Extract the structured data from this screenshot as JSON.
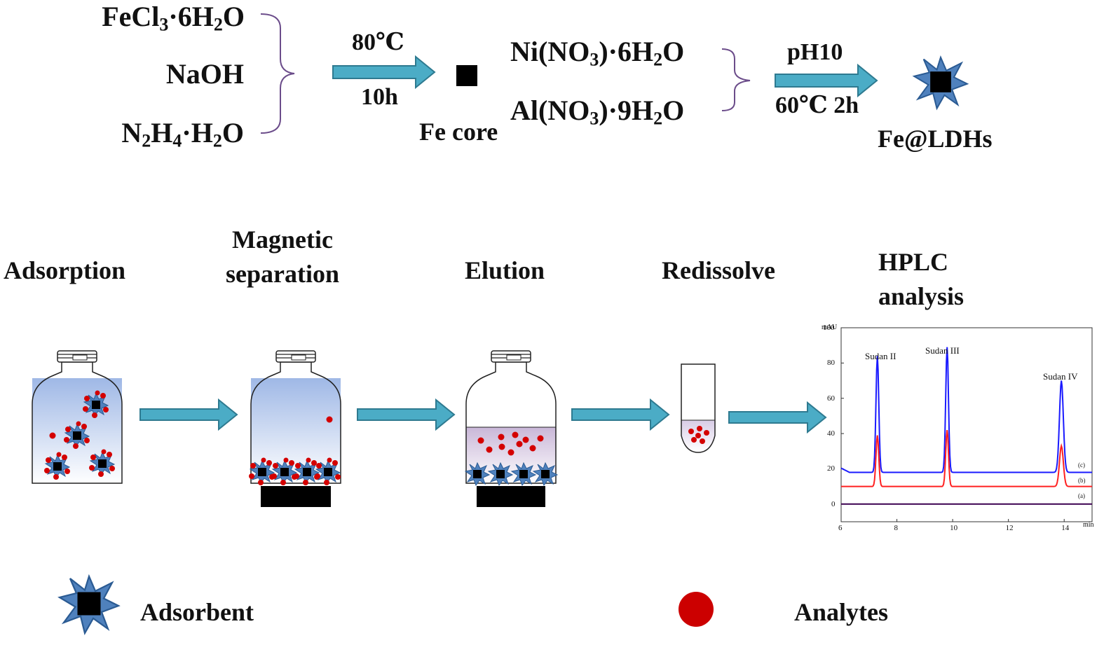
{
  "synthesis": {
    "reagents_1": [
      "FeCl",
      "3",
      "·6H",
      "2",
      "O",
      "NaOH",
      "N",
      "2",
      "H",
      "4",
      "·H",
      "2",
      "O"
    ],
    "step1_condition_top": "80℃",
    "step1_condition_bottom": "10h",
    "intermediate_label": "Fe core",
    "reagents_2_a": [
      "Ni(NO",
      "3",
      ")·6H",
      "2",
      "O"
    ],
    "reagents_2_b": [
      "Al(NO",
      "3",
      ")·9H",
      "2",
      "O"
    ],
    "step2_condition_top": "pH10",
    "step2_condition_bottom": "60℃ 2h",
    "product_label": "Fe@LDHs"
  },
  "procedure": {
    "steps": [
      "Adsorption",
      "Magnetic\nseparation",
      "Elution",
      "Redissolve",
      "HPLC\nanalysis"
    ]
  },
  "legend": {
    "adsorbent_label": "Adsorbent",
    "analytes_label": "Analytes"
  },
  "colors": {
    "arrow_fill": "#4bacc6",
    "arrow_stroke": "#2e7a90",
    "brace": "#6b4c8a",
    "star_fill": "#4f81bd",
    "analyte": "#d40000",
    "trace_c": "#1a1aff",
    "trace_b": "#ff2020",
    "trace_a": "#3b0050"
  },
  "chart_data": {
    "type": "line",
    "title": "",
    "xlabel": "min",
    "ylabel": "mAU",
    "xlim": [
      6,
      15
    ],
    "ylim": [
      -10,
      100
    ],
    "x_ticks": [
      "6",
      "8",
      "10",
      "12",
      "14"
    ],
    "y_ticks": [
      "0",
      "20",
      "40",
      "60",
      "80",
      "100"
    ],
    "trace_labels": [
      "(c)",
      "(b)",
      "(a)"
    ],
    "peak_labels": [
      "Sudan II",
      "Sudan III",
      "Sudan IV"
    ],
    "series": [
      {
        "name": "(c)",
        "baseline": 18,
        "peaks": [
          {
            "x": 7.3,
            "y": 84
          },
          {
            "x": 9.8,
            "y": 89
          },
          {
            "x": 13.9,
            "y": 70
          }
        ]
      },
      {
        "name": "(b)",
        "baseline": 10,
        "peaks": [
          {
            "x": 7.3,
            "y": 39
          },
          {
            "x": 9.8,
            "y": 42
          },
          {
            "x": 13.9,
            "y": 33
          }
        ]
      },
      {
        "name": "(a)",
        "baseline": 0,
        "peaks": []
      }
    ]
  }
}
